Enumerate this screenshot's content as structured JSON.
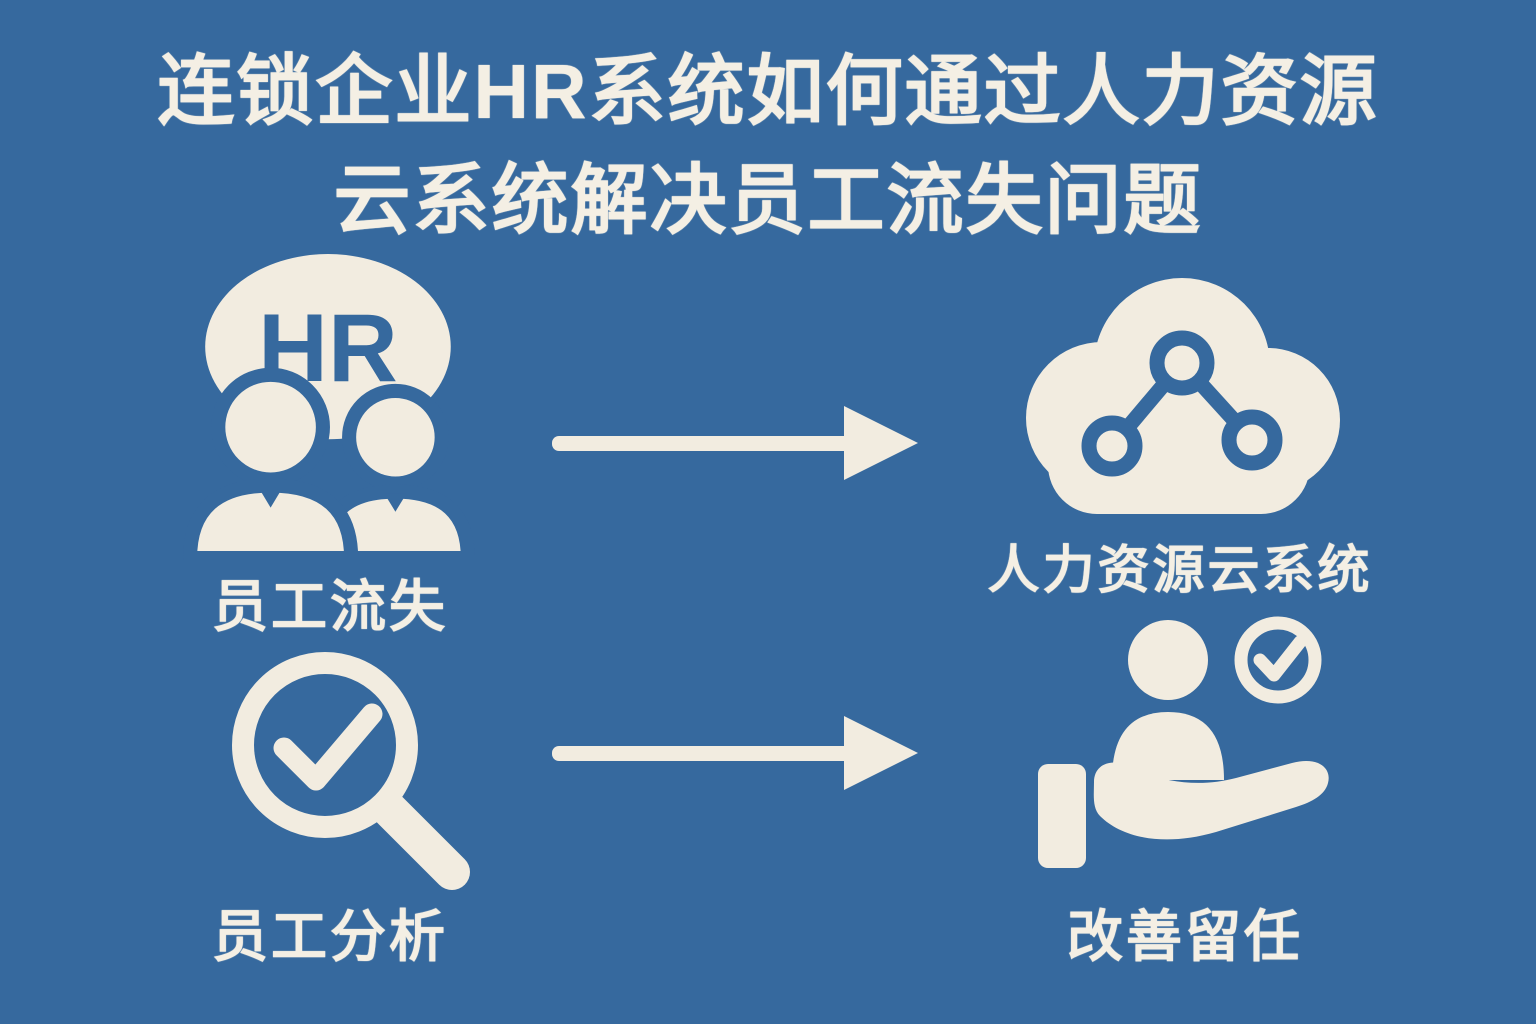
{
  "colors": {
    "background": "#36699e",
    "foreground": "#f2ece0"
  },
  "title": {
    "line1": "连锁企业HR系统如何通过人力资源",
    "line2": "云系统解决员工流失问题"
  },
  "flow": {
    "row1": {
      "source_label": "员工流失",
      "source_icon": "hr-people-icon",
      "target_label": "人力资源云系统",
      "target_icon": "cloud-network-icon"
    },
    "row2": {
      "source_label": "员工分析",
      "source_icon": "magnifier-check-icon",
      "target_label": "改善留任",
      "target_icon": "retention-hand-icon"
    }
  },
  "icons": {
    "hr_badge_text": "HR"
  }
}
